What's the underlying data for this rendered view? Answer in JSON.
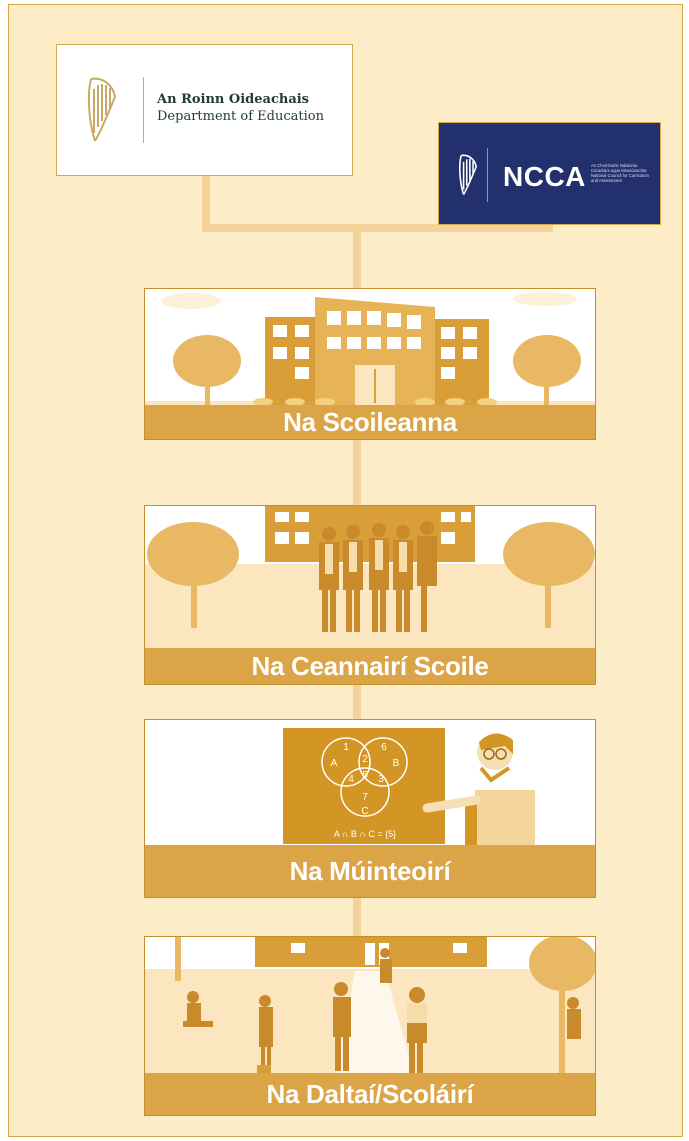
{
  "header": {
    "department": {
      "line1": "An Roinn Oideachais",
      "line2": "Department of Education",
      "icon": "harp-icon"
    },
    "ncca": {
      "title": "NCCA",
      "subtitle": "An Chomhairle Náisiúnta Curaclaim agus Measúnachta National Council for Curriculum and Assessment",
      "icon": "harp-icon"
    }
  },
  "tiers": [
    {
      "label": "Na Scoileanna"
    },
    {
      "label": "Na Ceannairí Scoile"
    },
    {
      "label": "Na Múinteoirí"
    },
    {
      "label": "Na Daltaí/Scoláirí"
    }
  ],
  "blackboard": {
    "numbers": [
      "1",
      "6",
      "2",
      "5",
      "4",
      "3",
      "7"
    ],
    "set_labels": [
      "A",
      "B",
      "C"
    ],
    "equation": "A ∩ B ∩ C = {5}"
  },
  "colors": {
    "panel_bar": "#dba447",
    "background": "#fdecc8",
    "ncca_bg": "#22306d",
    "connector": "#f3d39a"
  }
}
